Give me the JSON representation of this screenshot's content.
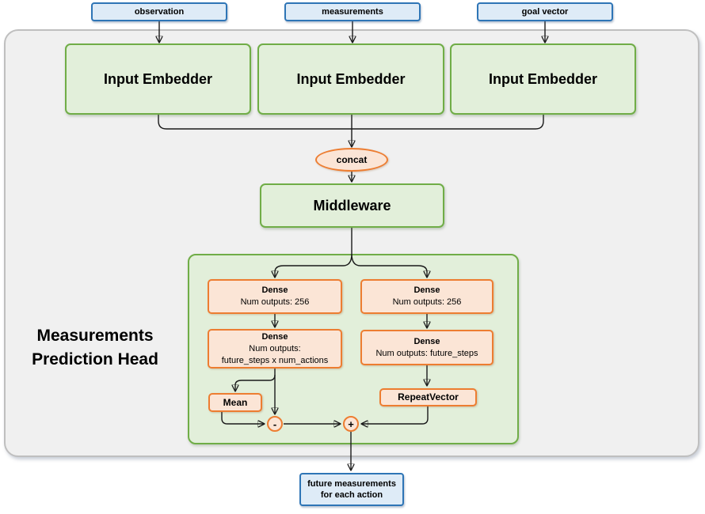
{
  "colors": {
    "blue_fill": "#DEEBF7",
    "blue_border": "#2E75B6",
    "green_fill": "#E2EFDA",
    "green_border": "#70AD47",
    "orange_fill": "#FBE5D6",
    "orange_border": "#ED7D31",
    "panel_fill": "#F0F0F0",
    "panel_border": "#BFBFBF",
    "connector": "#1A1A1A",
    "text": "#000000"
  },
  "inputs": [
    {
      "label": "observation"
    },
    {
      "label": "measurements"
    },
    {
      "label": "goal vector"
    }
  ],
  "embedders": [
    {
      "label": "Input Embedder"
    },
    {
      "label": "Input Embedder"
    },
    {
      "label": "Input Embedder"
    }
  ],
  "concat": {
    "label": "concat"
  },
  "middleware": {
    "label": "Middleware"
  },
  "head": {
    "title_line1": "Measurements",
    "title_line2": "Prediction Head",
    "dense_top_left": {
      "title": "Dense",
      "line2": "Num outputs: 256"
    },
    "dense_top_right": {
      "title": "Dense",
      "line2": "Num outputs: 256"
    },
    "dense_bottom_left": {
      "title": "Dense",
      "line2": "Num outputs:",
      "line3": "future_steps x num_actions"
    },
    "dense_bottom_right": {
      "title": "Dense",
      "line2": "Num outputs: future_steps"
    },
    "mean": {
      "label": "Mean"
    },
    "repeat_vector": {
      "label": "RepeatVector"
    },
    "ops": {
      "minus": "-",
      "plus": "+"
    }
  },
  "output": {
    "line1": "future measurements",
    "line2": "for each action"
  }
}
